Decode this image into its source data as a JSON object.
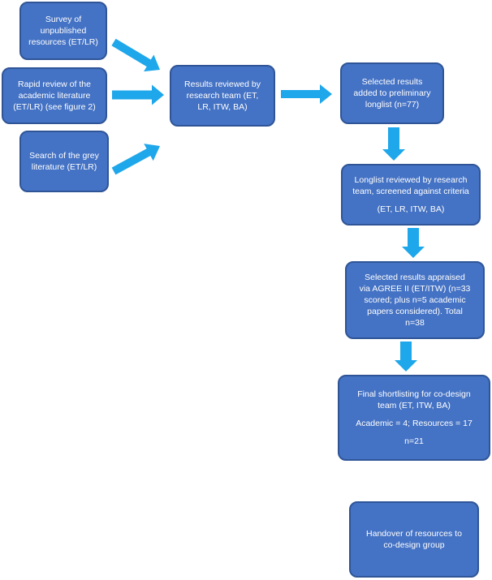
{
  "colors": {
    "box_fill": "#4472c4",
    "box_border": "#2f5597",
    "arrow_fill": "#1ea7ea",
    "text": "#ffffff"
  },
  "boxes": {
    "survey": {
      "lines": [
        "Survey of",
        "unpublished",
        "resources (ET/LR)"
      ]
    },
    "rapid_review": {
      "lines": [
        "Rapid review of the",
        "academic literature",
        "(ET/LR) (see figure 2)"
      ]
    },
    "grey_literature": {
      "lines": [
        "Search of the grey",
        "literature (ET/LR)"
      ]
    },
    "results_reviewed": {
      "lines": [
        "Results reviewed by",
        "research team (ET,",
        "LR, ITW, BA)"
      ]
    },
    "selected_results": {
      "lines": [
        "Selected results",
        "added to preliminary",
        "longlist (n=77)"
      ]
    },
    "longlist_reviewed": {
      "lines": [
        "Longlist reviewed by research",
        "team, screened against criteria"
      ],
      "lines2": [
        "(ET, LR, ITW, BA)"
      ]
    },
    "appraised": {
      "lines": [
        "Selected results appraised",
        "via AGREE II (ET/ITW)  (n=33",
        "scored; plus n=5 academic",
        "papers considered). Total",
        "n=38"
      ]
    },
    "final_shortlist": {
      "lines": [
        "Final shortlisting for co-design",
        "team (ET, ITW, BA)"
      ],
      "lines2": [
        "Academic = 4; Resources = 17"
      ],
      "lines3": [
        "n=21"
      ]
    },
    "handover": {
      "lines": [
        "Handover of resources to",
        "co-design group"
      ]
    }
  }
}
